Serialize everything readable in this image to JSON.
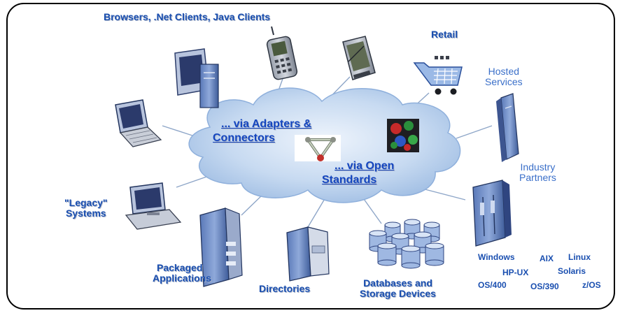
{
  "labels": {
    "browsers": "Browsers, .Net Clients, Java Clients",
    "retail": "Retail",
    "hosted_1": "Hosted",
    "hosted_2": "Services",
    "industry_1": "Industry",
    "industry_2": "Partners",
    "legacy_1": "\"Legacy\"",
    "legacy_2": "Systems",
    "packaged_1": "Packaged",
    "packaged_2": "Applications",
    "directories": "Directories",
    "databases_1": "Databases and",
    "databases_2": "Storage Devices",
    "adapters_1": "... via  Adapters &",
    "adapters_2": "Connectors",
    "open_1": "... via Open",
    "open_2": "Standards"
  },
  "platforms": {
    "windows": "Windows",
    "aix": "AIX",
    "linux": "Linux",
    "hpux": "HP-UX",
    "solaris": "Solaris",
    "os400": "OS/400",
    "os390": "OS/390",
    "zos": "z/OS"
  },
  "colors": {
    "label_blue": "#1a4fb0",
    "cloud_fill": "#bcd3ee",
    "line": "#8ea6c8",
    "frame": "#000000"
  }
}
